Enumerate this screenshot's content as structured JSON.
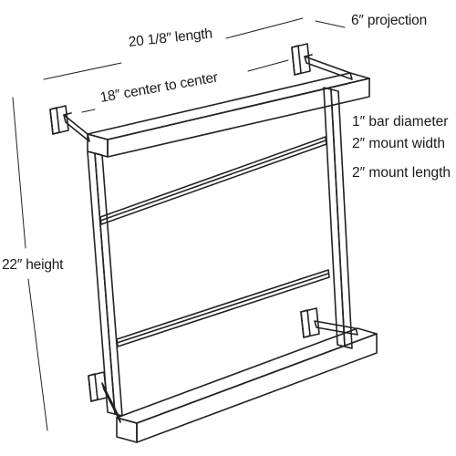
{
  "dimensions": {
    "length": "20 1/8″ length",
    "center_to_center": "18″ center to center",
    "projection": "6″ projection",
    "height": "22″ height"
  },
  "specs": [
    "1″ bar diameter",
    "2″ mount width",
    "2″ mount length"
  ],
  "colors": {
    "line": "#222222",
    "background": "#ffffff"
  }
}
